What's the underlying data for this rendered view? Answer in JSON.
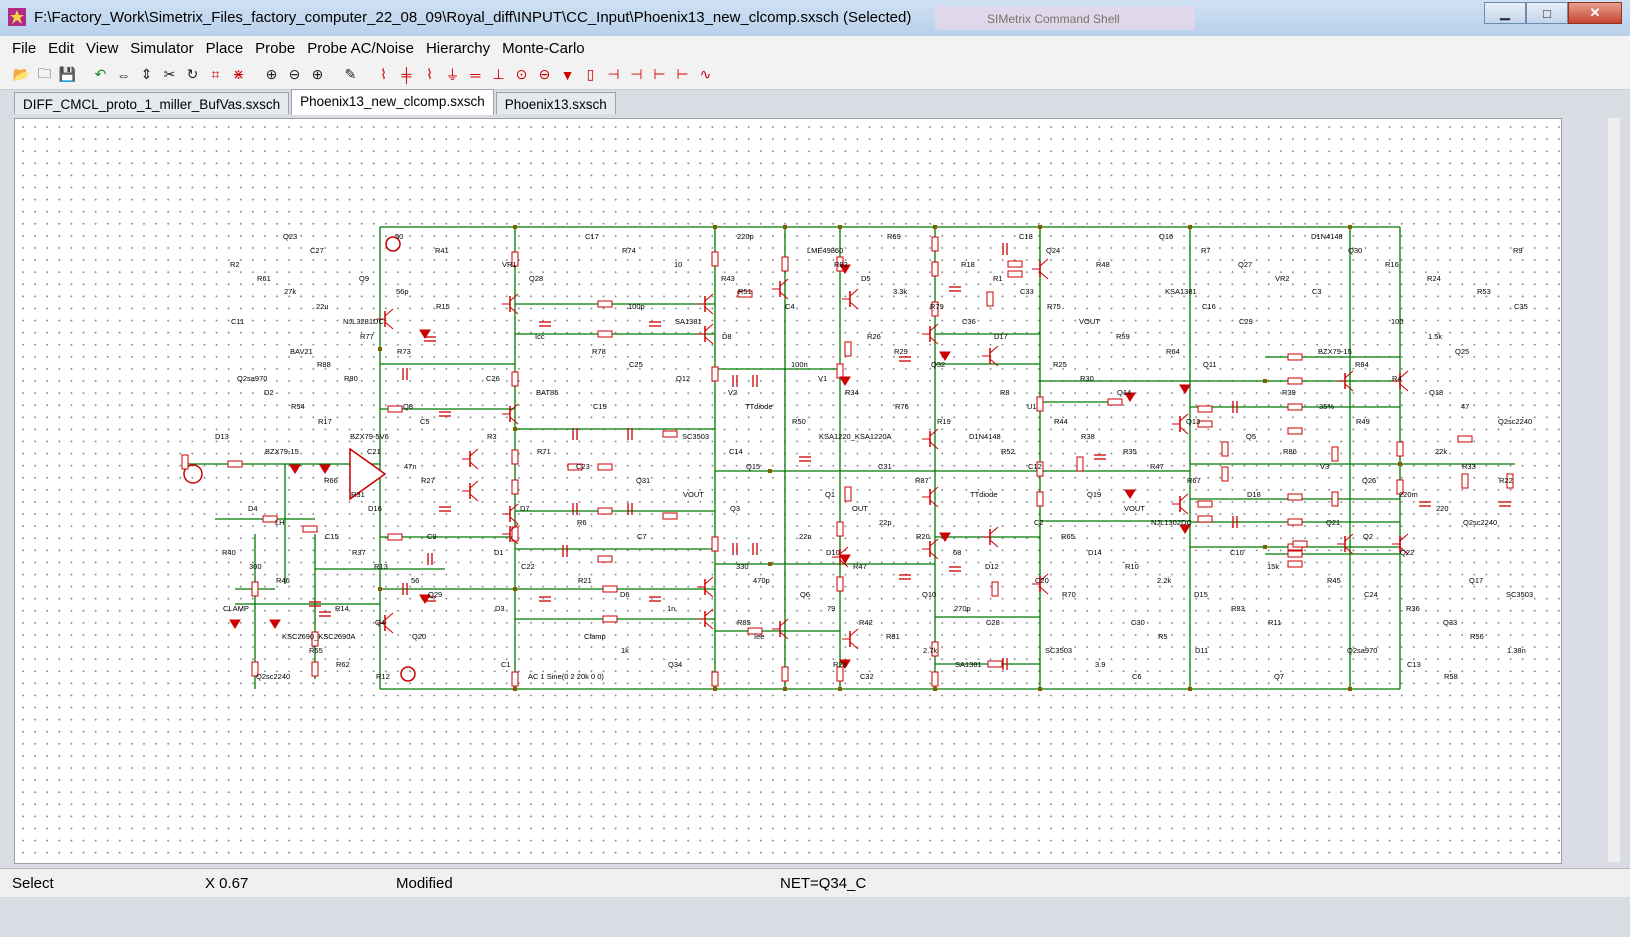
{
  "window": {
    "title": "F:\\Factory_Work\\Simetrix_Files_factory_computer_22_08_09\\Royal_diff\\INPUT\\CC_Input\\Phoenix13_new_clcomp.sxsch (Selected)",
    "background_window_title": "SIMetrix Command Shell",
    "minimize": "▁",
    "maximize": "□",
    "close": "✕"
  },
  "menu": [
    "File",
    "Edit",
    "View",
    "Simulator",
    "Place",
    "Probe",
    "Probe AC/Noise",
    "Hierarchy",
    "Monte-Carlo"
  ],
  "toolbar_icons": [
    {
      "name": "open-folder-icon",
      "glyph": "📂",
      "color": "dark"
    },
    {
      "name": "new-folder-icon",
      "glyph": "🗀",
      "color": "dark"
    },
    {
      "name": "save-icon",
      "glyph": "💾",
      "color": "dark"
    },
    {
      "sep": true
    },
    {
      "name": "undo-icon",
      "glyph": "↶",
      "color": "green"
    },
    {
      "name": "mirror-icon",
      "glyph": "⇔",
      "color": "dark"
    },
    {
      "name": "flip-icon",
      "glyph": "⇕",
      "color": "dark"
    },
    {
      "name": "cut-icon",
      "glyph": "✂",
      "color": "dark"
    },
    {
      "name": "rotate-icon",
      "glyph": "↻",
      "color": "dark"
    },
    {
      "name": "wire-cut-icon",
      "glyph": "⌗",
      "color": "red"
    },
    {
      "name": "delete-wire-icon",
      "glyph": "⋇",
      "color": "red"
    },
    {
      "sep": true
    },
    {
      "name": "zoom-area-icon",
      "glyph": "⊕",
      "color": "dark"
    },
    {
      "name": "zoom-out-icon",
      "glyph": "⊖",
      "color": "dark"
    },
    {
      "name": "zoom-in-icon",
      "glyph": "⊕",
      "color": "dark"
    },
    {
      "sep": true
    },
    {
      "name": "pencil-wire-icon",
      "glyph": "✎",
      "color": "dark"
    },
    {
      "sep": true
    },
    {
      "name": "resistor-icon",
      "glyph": "⌇",
      "color": "red"
    },
    {
      "name": "capacitor-icon",
      "glyph": "╪",
      "color": "red"
    },
    {
      "name": "inductor-icon",
      "glyph": "⌇",
      "color": "red"
    },
    {
      "name": "ground-icon",
      "glyph": "⏚",
      "color": "red"
    },
    {
      "name": "cap-symbol-icon",
      "glyph": "═",
      "color": "red"
    },
    {
      "name": "ground-symbol-icon",
      "glyph": "⊥",
      "color": "red"
    },
    {
      "name": "current-source-icon",
      "glyph": "⊙",
      "color": "red"
    },
    {
      "name": "voltage-source-icon",
      "glyph": "⊖",
      "color": "red"
    },
    {
      "name": "diode-icon",
      "glyph": "▼",
      "color": "red"
    },
    {
      "name": "resistor-vertical-icon",
      "glyph": "▯",
      "color": "red"
    },
    {
      "name": "npn-icon",
      "glyph": "⊣",
      "color": "red"
    },
    {
      "name": "pnp-icon",
      "glyph": "⊣",
      "color": "red"
    },
    {
      "name": "nmos-icon",
      "glyph": "⊢",
      "color": "red"
    },
    {
      "name": "pmos-icon",
      "glyph": "⊢",
      "color": "red"
    },
    {
      "name": "signal-icon",
      "glyph": "∿",
      "color": "red"
    }
  ],
  "tabs": [
    {
      "label": "DIFF_CMCL_proto_1_miller_BufVas.sxsch",
      "active": false
    },
    {
      "label": "Phoenix13_new_clcomp.sxsch",
      "active": true
    },
    {
      "label": "Phoenix13.sxsch",
      "active": false
    }
  ],
  "status": {
    "mode": "Select",
    "coord": "X  0.67",
    "state": "Modified",
    "net": "NET=Q34_C"
  },
  "schematic": {
    "wire_color": "#007a00",
    "part_color": "#cc0000",
    "labels": [
      {
        "t": "50"
      },
      {
        "t": "V2"
      },
      {
        "t": "68"
      },
      {
        "t": "R7"
      },
      {
        "t": "47"
      },
      {
        "t": "R13"
      },
      {
        "t": "10"
      },
      {
        "t": "R19"
      },
      {
        "t": "2.2k"
      },
      {
        "t": "R24"
      },
      {
        "t": "BZX79-5V6"
      },
      {
        "t": "D6"
      },
      {
        "t": "3.3k"
      },
      {
        "t": "R35"
      },
      {
        "t": "R36"
      },
      {
        "t": "22u"
      },
      {
        "t": "C23"
      },
      {
        "t": "R42"
      },
      {
        "t": "VOUT"
      },
      {
        "t": "Q26"
      },
      {
        "t": "KSC2690_KSC2690A"
      },
      {
        "t": "Icc"
      },
      {
        "t": "Q1"
      },
      {
        "t": "SC3503"
      },
      {
        "t": "BZX79-15"
      },
      {
        "t": "D4"
      },
      {
        "t": "C1"
      },
      {
        "t": "100n"
      },
      {
        "t": "C2"
      },
      {
        "t": "Q7"
      },
      {
        "t": "Q2sa970"
      },
      {
        "t": "C9"
      },
      {
        "t": "220p"
      },
      {
        "t": "R8"
      },
      {
        "t": "C10"
      },
      {
        "t": "R9"
      },
      {
        "t": "Q8"
      },
      {
        "t": "330"
      },
      {
        "t": "R18"
      },
      {
        "t": "Q13"
      },
      {
        "t": "Q17"
      },
      {
        "t": "Q9"
      },
      {
        "t": "SC3503"
      },
      {
        "t": "Q10"
      },
      {
        "t": "KSA1381"
      },
      {
        "t": "22k"
      },
      {
        "t": "R14"
      },
      {
        "t": "100p"
      },
      {
        "t": "C31"
      },
      {
        "t": "C30"
      },
      {
        "t": "100"
      },
      {
        "t": "R66"
      },
      {
        "t": "Clamp"
      },
      {
        "t": "R26"
      },
      {
        "t": "Q19"
      },
      {
        "t": "Q2sa970"
      },
      {
        "t": "BAV21"
      },
      {
        "t": "D7"
      },
      {
        "t": "R23"
      },
      {
        "t": "R25"
      },
      {
        "t": "Q21"
      },
      {
        "t": "Q2sc2240"
      },
      {
        "t": "C26"
      },
      {
        "t": "22n"
      },
      {
        "t": "C18"
      },
      {
        "t": "R39"
      },
      {
        "t": "R40"
      },
      {
        "t": "R41"
      },
      {
        "t": "TTdiode"
      },
      {
        "t": "D12"
      },
      {
        "t": "Q27"
      },
      {
        "t": "Q2sc2240"
      },
      {
        "t": "56"
      },
      {
        "t": "R43"
      },
      {
        "t": "D1N4148"
      },
      {
        "t": "D15"
      },
      {
        "t": "R53"
      },
      {
        "t": "C21"
      },
      {
        "t": "1n"
      },
      {
        "t": "R79"
      },
      {
        "t": "R47"
      },
      {
        "t": "Q33"
      },
      {
        "t": "NJL3281DC"
      },
      {
        "t": "Q31"
      },
      {
        "t": "R81"
      },
      {
        "t": "R59"
      },
      {
        "t": "220m"
      },
      {
        "t": "R55"
      },
      {
        "t": "R78"
      },
      {
        "t": "OUT"
      },
      {
        "t": "3.9"
      },
      {
        "t": "R84"
      },
      {
        "t": "LH"
      },
      {
        "t": "AC 1 Sine(0 2 20k 0 0)"
      },
      {
        "t": "V1"
      },
      {
        "t": "R65"
      },
      {
        "t": "D1N4148"
      },
      {
        "t": "D2"
      },
      {
        "t": "D1"
      },
      {
        "t": "LME49860"
      },
      {
        "t": "U1"
      },
      {
        "t": "15k"
      },
      {
        "t": "R2"
      },
      {
        "t": "C5"
      },
      {
        "t": "470p"
      },
      {
        "t": "R1"
      },
      {
        "t": "Q5"
      },
      {
        "t": "SC3503"
      },
      {
        "t": "56p"
      },
      {
        "t": "C14"
      },
      {
        "t": "270p"
      },
      {
        "t": "C16"
      },
      {
        "t": "R33"
      },
      {
        "t": "Q4"
      },
      {
        "t": "SA1381"
      },
      {
        "t": "R87"
      },
      {
        "t": "R5"
      },
      {
        "t": "1.5k"
      },
      {
        "t": "R31"
      },
      {
        "t": "1k"
      },
      {
        "t": "R29"
      },
      {
        "t": "VOUT"
      },
      {
        "t": "C13"
      },
      {
        "t": "R88"
      },
      {
        "t": "R6"
      },
      {
        "t": "C32"
      },
      {
        "t": "R30"
      },
      {
        "t": "Q2"
      },
      {
        "t": "Q23"
      },
      {
        "t": "BAT85"
      },
      {
        "t": "D10"
      },
      {
        "t": "Q24"
      },
      {
        "t": "35%"
      },
      {
        "t": "300"
      },
      {
        "t": "VR1"
      },
      {
        "t": "R50"
      },
      {
        "t": "C20"
      },
      {
        "t": "VR2"
      },
      {
        "t": "D13"
      },
      {
        "t": "Q29"
      },
      {
        "t": "R51"
      },
      {
        "t": "R52"
      },
      {
        "t": "R83"
      },
      {
        "t": "C35"
      },
      {
        "t": "47n"
      },
      {
        "t": "R85"
      },
      {
        "t": "C36"
      },
      {
        "t": "R67"
      },
      {
        "t": "R56"
      },
      {
        "t": "R77"
      },
      {
        "t": "VOUT"
      },
      {
        "t": "2.7k"
      },
      {
        "t": "R64"
      },
      {
        "t": "220"
      },
      {
        "t": "R62"
      },
      {
        "t": "C25"
      },
      {
        "t": "22p"
      },
      {
        "t": "C6"
      },
      {
        "t": "R4"
      },
      {
        "t": "C15"
      },
      {
        "t": "C17"
      },
      {
        "t": "R34"
      },
      {
        "t": "D14"
      },
      {
        "t": "Q30"
      },
      {
        "t": "R54"
      },
      {
        "t": "C22"
      },
      {
        "t": "R82"
      },
      {
        "t": "R44"
      },
      {
        "t": "R45"
      },
      {
        "t": "R61"
      },
      {
        "t": "R3"
      },
      {
        "t": "Q6"
      },
      {
        "t": "C33"
      },
      {
        "t": "R86"
      },
      {
        "t": "CLAMP"
      },
      {
        "t": "R15"
      },
      {
        "t": "Q15"
      },
      {
        "t": "C28"
      },
      {
        "t": "C29"
      },
      {
        "t": "R22"
      },
      {
        "t": "Q20"
      },
      {
        "t": "D8"
      },
      {
        "t": "TTdiode"
      },
      {
        "t": "D11"
      },
      {
        "t": "Q25"
      },
      {
        "t": "D16"
      },
      {
        "t": "Q34"
      },
      {
        "t": "Q32"
      },
      {
        "t": "NJL1302DC"
      },
      {
        "t": "R58"
      },
      {
        "t": "R80"
      },
      {
        "t": "C7"
      },
      {
        "t": "R69"
      },
      {
        "t": "Q14"
      },
      {
        "t": "Q22"
      },
      {
        "t": "C27"
      },
      {
        "t": "C19"
      },
      {
        "t": "R47"
      },
      {
        "t": "R48"
      },
      {
        "t": "R49"
      },
      {
        "t": "R46"
      },
      {
        "t": "Q28"
      },
      {
        "t": "KSA1220_KSA1220A"
      },
      {
        "t": "R70"
      },
      {
        "t": "C3"
      },
      {
        "t": "BZX79-15"
      },
      {
        "t": "D3"
      },
      {
        "t": "C4"
      },
      {
        "t": "C12"
      },
      {
        "t": "R11"
      },
      {
        "t": "C11"
      },
      {
        "t": "R27"
      },
      {
        "t": "Iee"
      },
      {
        "t": "D17"
      },
      {
        "t": "D18"
      },
      {
        "t": "1.38n"
      },
      {
        "t": "R73"
      },
      {
        "t": "Q3"
      },
      {
        "t": "SA1381"
      },
      {
        "t": "Q11"
      },
      {
        "t": "Q2sc2240"
      },
      {
        "t": "R12"
      },
      {
        "t": "Q12"
      },
      {
        "t": "R20"
      },
      {
        "t": "Q16"
      },
      {
        "t": "Q18"
      },
      {
        "t": "R37"
      },
      {
        "t": "R74"
      },
      {
        "t": "R76"
      },
      {
        "t": "R10"
      },
      {
        "t": "R16"
      },
      {
        "t": "R17"
      },
      {
        "t": "R21"
      },
      {
        "t": "D5"
      },
      {
        "t": "R38"
      },
      {
        "t": "C24"
      },
      {
        "t": "27k"
      },
      {
        "t": "R71"
      },
      {
        "t": "79"
      },
      {
        "t": "R75"
      },
      {
        "t": "V3"
      }
    ]
  }
}
